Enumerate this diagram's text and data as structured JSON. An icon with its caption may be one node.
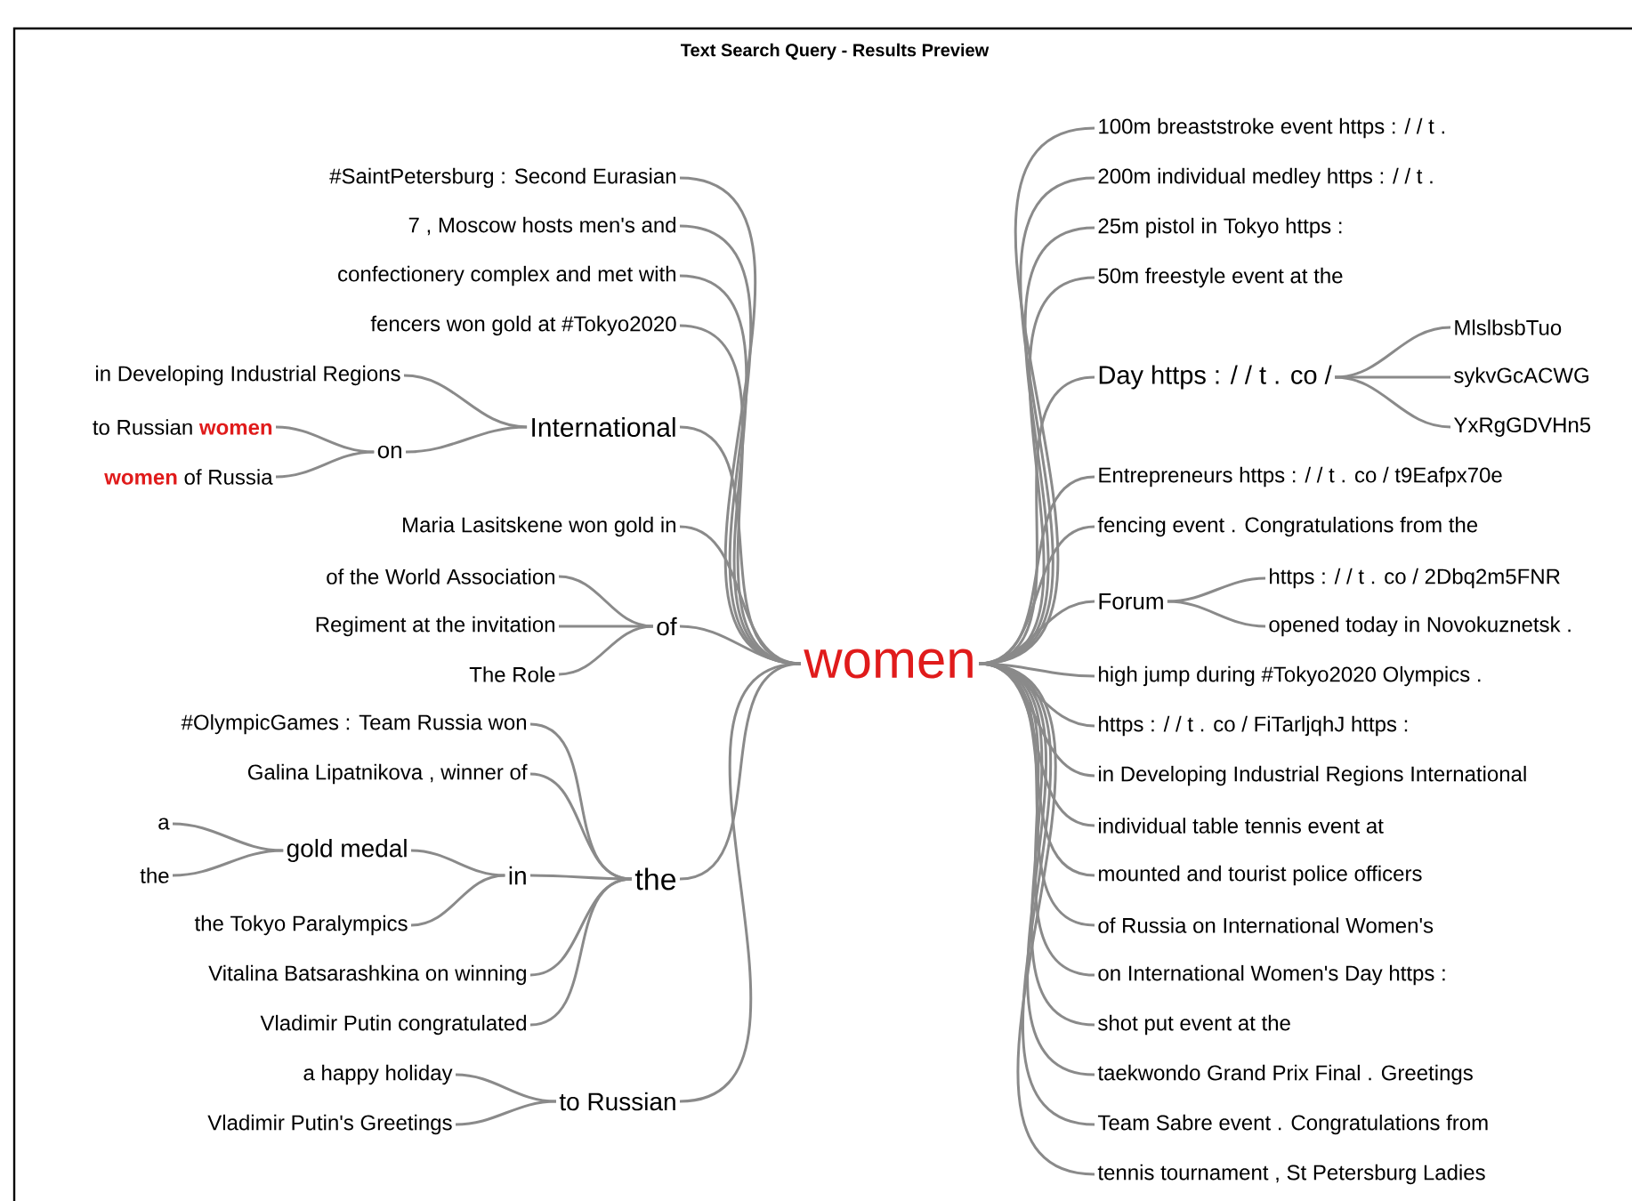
{
  "diagram": {
    "title": "Text Search Query - Results Preview",
    "nodes": [
      {
        "text": [
          "women"
        ]
      },
      {
        "text": [
          "#SaintPetersburg : Second Eurasian"
        ]
      },
      {
        "text": [
          "7 , Moscow hosts men's and"
        ]
      },
      {
        "text": [
          "confectionery complex and met with"
        ]
      },
      {
        "text": [
          "fencers won gold at #Tokyo2020"
        ]
      },
      {
        "text": [
          "International"
        ]
      },
      {
        "text": [
          "in Developing Industrial Regions"
        ]
      },
      {
        "text": [
          "on"
        ]
      },
      {
        "text": [
          "to Russian **women**"
        ]
      },
      {
        "text": [
          "**women** of Russia"
        ]
      },
      {
        "text": [
          "Maria Lasitskene won gold in"
        ]
      },
      {
        "text": [
          "of"
        ]
      },
      {
        "text": [
          "of the World Association"
        ]
      },
      {
        "text": [
          "Regiment at the invitation"
        ]
      },
      {
        "text": [
          "The Role"
        ]
      },
      {
        "text": [
          "the"
        ]
      },
      {
        "text": [
          "#OlympicGames : Team Russia won"
        ]
      },
      {
        "text": [
          "Galina Lipatnikova , winner of"
        ]
      },
      {
        "text": [
          "in"
        ]
      },
      {
        "text": [
          "gold medal"
        ]
      },
      {
        "text": [
          "a"
        ]
      },
      {
        "text": [
          "the"
        ]
      },
      {
        "text": [
          "the Tokyo Paralympics"
        ]
      },
      {
        "text": [
          "Vitalina Batsarashkina on winning"
        ]
      },
      {
        "text": [
          "Vladimir Putin congratulated"
        ]
      },
      {
        "text": [
          "to Russian"
        ]
      },
      {
        "text": [
          "a happy holiday"
        ]
      },
      {
        "text": [
          "Vladimir Putin's Greetings"
        ]
      },
      {
        "text": [
          "100m breaststroke event https : / / t ."
        ]
      },
      {
        "text": [
          "200m individual medley https : / / t ."
        ]
      },
      {
        "text": [
          "25m pistol in Tokyo https :"
        ]
      },
      {
        "text": [
          "50m freestyle event at the"
        ]
      },
      {
        "text": [
          "Day https : / / t . co /"
        ]
      },
      {
        "text": [
          "MlslbsbTuo"
        ]
      },
      {
        "text": [
          "sykvGcACWG"
        ]
      },
      {
        "text": [
          "YxRgGDVHn5"
        ]
      },
      {
        "text": [
          "Entrepreneurs https : / / t . co / t9Eafpx70e"
        ]
      },
      {
        "text": [
          "fencing event . Congratulations from the"
        ]
      },
      {
        "text": [
          "Forum"
        ]
      },
      {
        "text": [
          "https : / / t . co / 2Dbq2m5FNR"
        ]
      },
      {
        "text": [
          "opened today in Novokuznetsk ."
        ]
      },
      {
        "text": [
          "high jump during #Tokyo2020 Olympics ."
        ]
      },
      {
        "text": [
          "https : / / t . co / FiTarljqhJ https :"
        ]
      },
      {
        "text": [
          "in Developing Industrial Regions International"
        ]
      },
      {
        "text": [
          "individual table tennis event at"
        ]
      },
      {
        "text": [
          "mounted and tourist police officers"
        ]
      },
      {
        "text": [
          "of Russia on International Women's"
        ]
      },
      {
        "text": [
          "on International Women's Day https :"
        ]
      },
      {
        "text": [
          "shot put event at the"
        ]
      },
      {
        "text": [
          "taekwondo Grand Prix Final . Greetings"
        ]
      },
      {
        "text": [
          "Team Sabre event . Congratulations from"
        ]
      },
      {
        "text": [
          "tennis tournament , St Petersburg Ladies"
        ]
      }
    ],
    "edges": [
      {
        "from": 0,
        "to": 1,
        "arrow": "none"
      },
      {
        "from": 0,
        "to": 2,
        "arrow": "none"
      },
      {
        "from": 0,
        "to": 3,
        "arrow": "none"
      },
      {
        "from": 0,
        "to": 4,
        "arrow": "none"
      },
      {
        "from": 0,
        "to": 5,
        "arrow": "none"
      },
      {
        "from": 5,
        "to": 6,
        "arrow": "none"
      },
      {
        "from": 5,
        "to": 7,
        "arrow": "none"
      },
      {
        "from": 7,
        "to": 8,
        "arrow": "none"
      },
      {
        "from": 7,
        "to": 9,
        "arrow": "none"
      },
      {
        "from": 0,
        "to": 10,
        "arrow": "none"
      },
      {
        "from": 0,
        "to": 11,
        "arrow": "none"
      },
      {
        "from": 11,
        "to": 12,
        "arrow": "none"
      },
      {
        "from": 11,
        "to": 13,
        "arrow": "none"
      },
      {
        "from": 11,
        "to": 14,
        "arrow": "none"
      },
      {
        "from": 0,
        "to": 15,
        "arrow": "none"
      },
      {
        "from": 15,
        "to": 16,
        "arrow": "none"
      },
      {
        "from": 15,
        "to": 17,
        "arrow": "none"
      },
      {
        "from": 15,
        "to": 18,
        "arrow": "none"
      },
      {
        "from": 18,
        "to": 19,
        "arrow": "none"
      },
      {
        "from": 19,
        "to": 20,
        "arrow": "none"
      },
      {
        "from": 19,
        "to": 21,
        "arrow": "none"
      },
      {
        "from": 18,
        "to": 22,
        "arrow": "none"
      },
      {
        "from": 15,
        "to": 23,
        "arrow": "none"
      },
      {
        "from": 15,
        "to": 24,
        "arrow": "none"
      },
      {
        "from": 0,
        "to": 25,
        "arrow": "none"
      },
      {
        "from": 25,
        "to": 26,
        "arrow": "none"
      },
      {
        "from": 25,
        "to": 27,
        "arrow": "none"
      },
      {
        "from": 0,
        "to": 28,
        "arrow": "none"
      },
      {
        "from": 0,
        "to": 29,
        "arrow": "none"
      },
      {
        "from": 0,
        "to": 30,
        "arrow": "none"
      },
      {
        "from": 0,
        "to": 31,
        "arrow": "none"
      },
      {
        "from": 0,
        "to": 32,
        "arrow": "none"
      },
      {
        "from": 32,
        "to": 33,
        "arrow": "none"
      },
      {
        "from": 32,
        "to": 34,
        "arrow": "none"
      },
      {
        "from": 32,
        "to": 35,
        "arrow": "none"
      },
      {
        "from": 0,
        "to": 36,
        "arrow": "none"
      },
      {
        "from": 0,
        "to": 37,
        "arrow": "none"
      },
      {
        "from": 0,
        "to": 38,
        "arrow": "none"
      },
      {
        "from": 38,
        "to": 39,
        "arrow": "none"
      },
      {
        "from": 38,
        "to": 40,
        "arrow": "none"
      },
      {
        "from": 0,
        "to": 41,
        "arrow": "none"
      },
      {
        "from": 0,
        "to": 42,
        "arrow": "none"
      },
      {
        "from": 0,
        "to": 43,
        "arrow": "none"
      },
      {
        "from": 0,
        "to": 44,
        "arrow": "none"
      },
      {
        "from": 0,
        "to": 45,
        "arrow": "none"
      },
      {
        "from": 0,
        "to": 46,
        "arrow": "none"
      },
      {
        "from": 0,
        "to": 47,
        "arrow": "none"
      },
      {
        "from": 0,
        "to": 48,
        "arrow": "none"
      },
      {
        "from": 0,
        "to": 49,
        "arrow": "none"
      },
      {
        "from": 0,
        "to": 50,
        "arrow": "none"
      },
      {
        "from": 0,
        "to": 51,
        "arrow": "none"
      }
    ]
  }
}
